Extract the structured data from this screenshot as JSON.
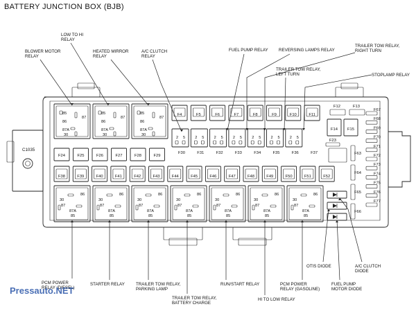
{
  "title": "BATTERY JUNCTION BOX (BJB)",
  "watermark": "Pressauto.NET",
  "connector_label": "C1035",
  "top_callouts": {
    "low_to_hi_relay": [
      "LOW TO HI",
      "RELAY"
    ],
    "blower_motor_relay": [
      "BLOWER MOTOR",
      "RELAY"
    ],
    "heated_mirror_relay": [
      "HEATED MIRROR",
      "RELAY"
    ],
    "ac_clutch_relay": [
      "A/C CLUTCH",
      "RELAY"
    ],
    "fuel_pump_relay": "FUEL PUMP RELAY",
    "reversing_lamps_relay": "REVERSING LAMPS RELAY",
    "trailer_tow_right": [
      "TRAILER TOW RELAY,",
      "RIGHT TURN"
    ],
    "trailer_tow_left": [
      "TRAILER TOW RELAY,",
      "LEFT TURN"
    ],
    "stoplamp_relay": "STOPLAMP RELAY"
  },
  "bottom_callouts": {
    "pcm_power_relay": [
      "PCM POWER",
      "RELAY (DIESEL)"
    ],
    "starter_relay": "STARTER RELAY",
    "trailer_tow_parking": [
      "TRAILER TOW RELAY,",
      "PARKING LAMP"
    ],
    "trailer_tow_battery": [
      "TRAILER TOW RELAY,",
      "BATTERY CHARGE"
    ],
    "run_start_relay": "RUN/START RELAY",
    "hi_to_low_relay": "HI TO LOW RELAY",
    "pcm_power_gasoline": [
      "PCM POWER",
      "RELAY (GASOLINE)"
    ],
    "otis_diode": "OTIS DIODE",
    "fuel_pump_motor_diode": [
      "FUEL PUMP",
      "MOTOR DIODE"
    ],
    "ac_clutch_diode": [
      "A/C CLUTCH",
      "DIODE"
    ]
  },
  "relay_pins": {
    "p85": "85",
    "p86": "86",
    "p87": "87",
    "p87a": "87A",
    "p30": "30"
  },
  "row1_fuses": [
    "F4",
    "F5",
    "F6",
    "F7",
    "F8",
    "F9",
    "F10",
    "F11"
  ],
  "row_f12": [
    "F12",
    "F13"
  ],
  "f14_f15": [
    "F14",
    "F15"
  ],
  "right_col_a": [
    "F67",
    "F68",
    "F69",
    "F70",
    "F71",
    "F72",
    "F73",
    "F74",
    "F75",
    "F76",
    "F77"
  ],
  "right_col_b": [
    "F63",
    "F64",
    "F65",
    "F66"
  ],
  "f23": "F23",
  "mini_row": [
    "F30",
    "F31",
    "F32",
    "F33",
    "F34",
    "F35",
    "F36",
    "F37"
  ],
  "row_f24": [
    "F24",
    "F25",
    "F26",
    "F27",
    "F28",
    "F29"
  ],
  "row_f38": [
    "F38",
    "F39",
    "F40",
    "F41",
    "F42",
    "F43",
    "F44",
    "F45",
    "F46",
    "F47",
    "F48",
    "F49",
    "F50",
    "F51",
    "F52"
  ],
  "mini_relay_pins": [
    "2",
    "5"
  ]
}
